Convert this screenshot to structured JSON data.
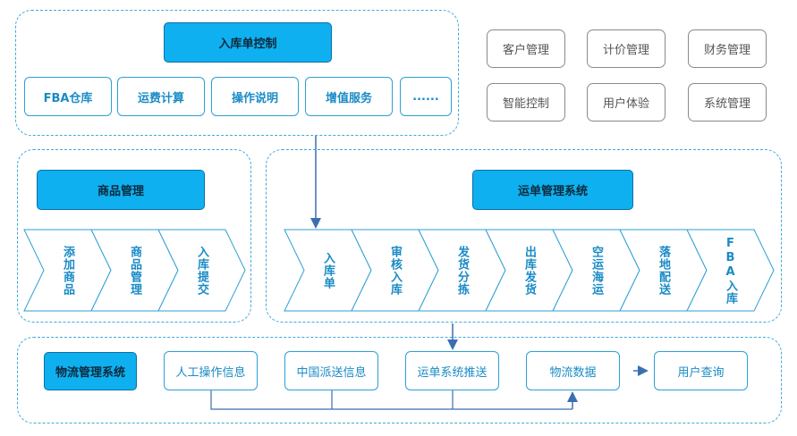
{
  "inbound": {
    "title": "入库单控制",
    "items": [
      "FBA仓库",
      "运费计算",
      "操作说明",
      "增值服务",
      "......"
    ]
  },
  "modules": {
    "row1": [
      "客户管理",
      "计价管理",
      "财务管理"
    ],
    "row2": [
      "智能控制",
      "用户体验",
      "系统管理"
    ]
  },
  "goods": {
    "title": "商品管理",
    "steps": [
      "添加商品",
      "商品管理",
      "入库提交"
    ]
  },
  "waybill": {
    "title": "运单管理系统",
    "steps": [
      "入库单",
      "审核入库",
      "发货分拣",
      "出库发货",
      "空运海运",
      "落地配送",
      "FBA入库"
    ]
  },
  "logistics": {
    "title": "物流管理系统",
    "items": [
      "人工操作信息",
      "中国派送信息",
      "运单系统推送",
      "物流数据",
      "用户查询"
    ]
  },
  "colors": {
    "accent": "#0fb0ef",
    "line": "#2e9fd6",
    "arrow": "#3b6fb0",
    "gray": "#8a8a8a"
  }
}
